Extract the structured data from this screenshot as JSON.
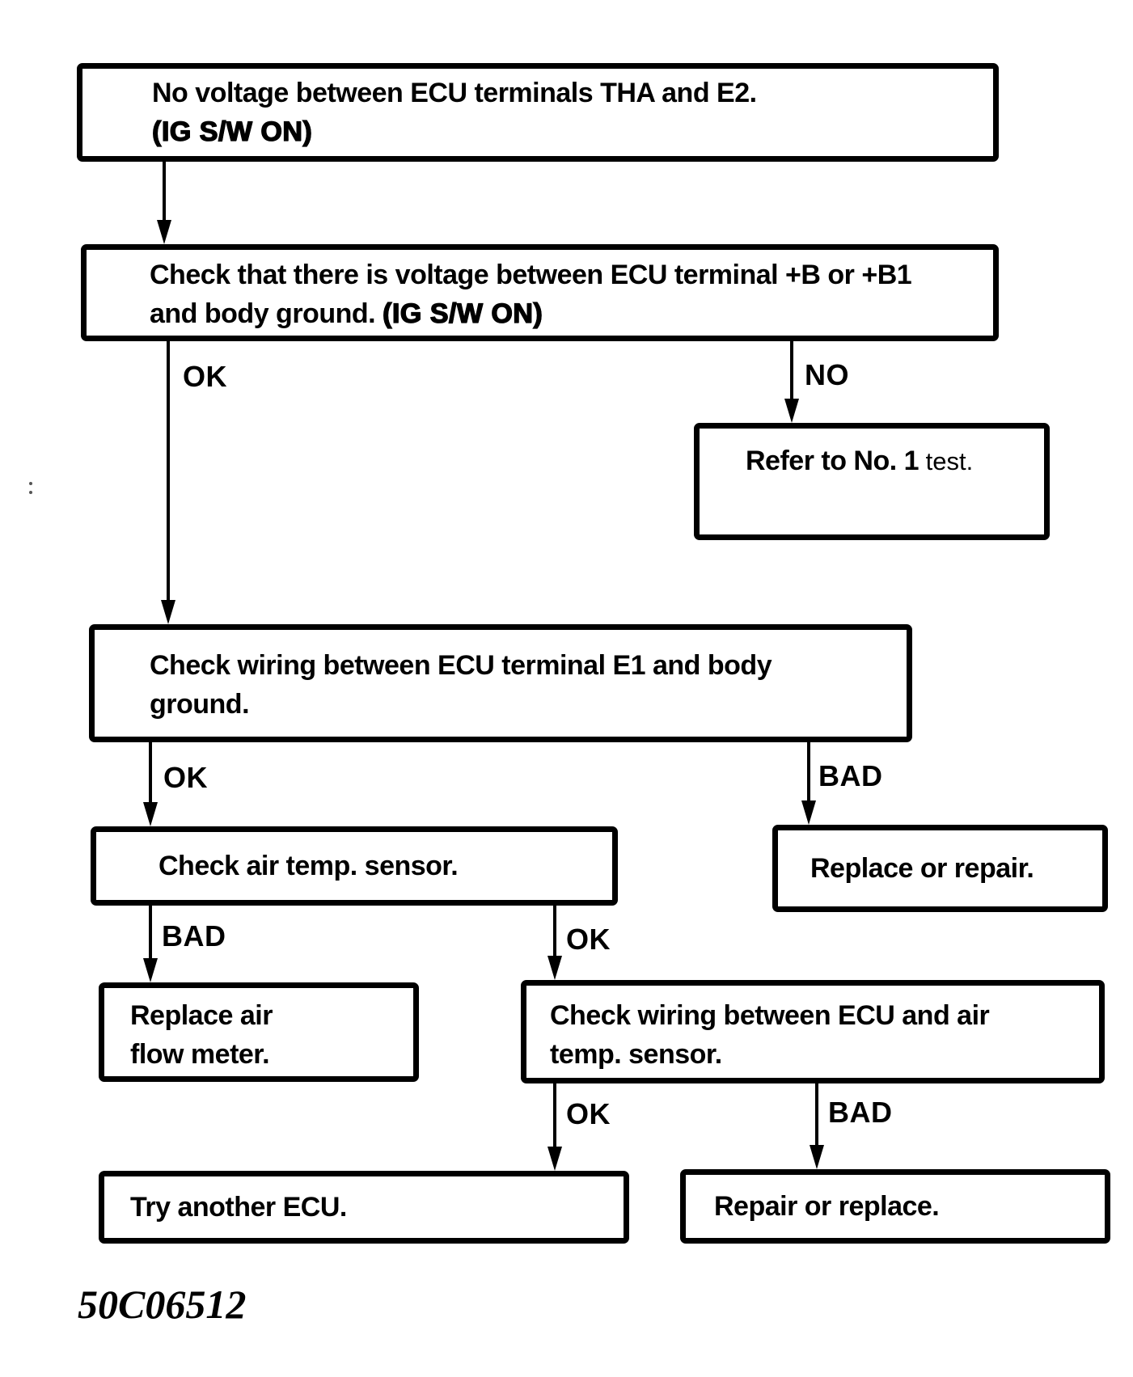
{
  "page": {
    "background_color": "#ffffff",
    "ink_color": "#000000",
    "figure_code": "50C06512"
  },
  "flowchart": {
    "boxes": {
      "no_voltage": {
        "line1": "No voltage between ECU terminals THA and E2.",
        "line2": "(IG S/W ON)"
      },
      "check_voltage": {
        "line1": "Check that there is voltage between ECU terminal +B or +B1",
        "line2_start": "and body ground. ",
        "line2_bold": "(IG S/W ON)"
      },
      "refer_test": {
        "main": "Refer to No. 1",
        "suffix": " test."
      },
      "check_wiring_e1": {
        "line1": "Check wiring between ECU terminal E1 and body",
        "line2": "ground."
      },
      "check_air_temp": {
        "line1": "Check air temp. sensor."
      },
      "replace_or_repair": {
        "line1": "Replace or repair."
      },
      "replace_air_flow": {
        "line1": "Replace air",
        "line2": "flow meter."
      },
      "check_wiring_air": {
        "line1": "Check wiring between ECU and air",
        "line2": "temp. sensor."
      },
      "try_another_ecu": {
        "line1": "Try another ECU."
      },
      "repair_or_replace": {
        "line1": "Repair or replace."
      }
    },
    "edges": [
      {
        "from": "no_voltage",
        "to": "check_voltage",
        "label": ""
      },
      {
        "from": "check_voltage",
        "to": "check_wiring_e1",
        "label": "OK"
      },
      {
        "from": "check_voltage",
        "to": "refer_test",
        "label": "NO"
      },
      {
        "from": "check_wiring_e1",
        "to": "check_air_temp",
        "label": "OK"
      },
      {
        "from": "check_wiring_e1",
        "to": "replace_or_repair",
        "label": "BAD"
      },
      {
        "from": "check_air_temp",
        "to": "replace_air_flow",
        "label": "BAD"
      },
      {
        "from": "check_air_temp",
        "to": "check_wiring_air",
        "label": "OK"
      },
      {
        "from": "check_wiring_air",
        "to": "try_another_ecu",
        "label": "OK"
      },
      {
        "from": "check_wiring_air",
        "to": "repair_or_replace",
        "label": "BAD"
      }
    ]
  }
}
